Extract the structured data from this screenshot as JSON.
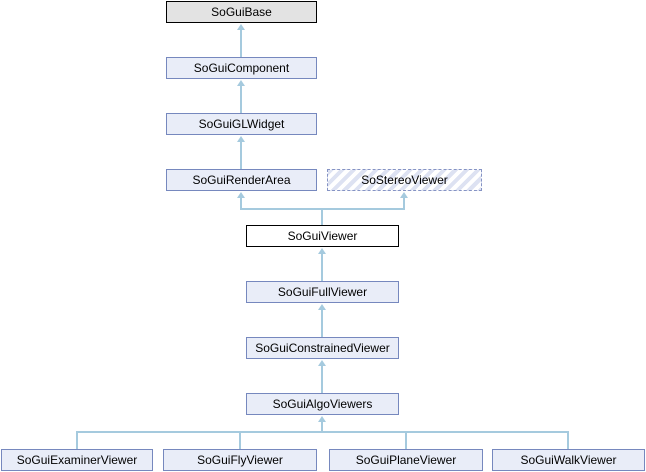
{
  "diagram": {
    "type": "class-inheritance-graph",
    "nodes": {
      "base": {
        "label": "SoGuiBase",
        "style": "current-gray"
      },
      "component": {
        "label": "SoGuiComponent",
        "style": "link-blue"
      },
      "glwidget": {
        "label": "SoGuiGLWidget",
        "style": "link-blue"
      },
      "renderarea": {
        "label": "SoGuiRenderArea",
        "style": "link-blue"
      },
      "stereo": {
        "label": "SoStereoViewer",
        "style": "dashed-hatched"
      },
      "viewer": {
        "label": "SoGuiViewer",
        "style": "plain-black"
      },
      "fullviewer": {
        "label": "SoGuiFullViewer",
        "style": "link-blue"
      },
      "constrained": {
        "label": "SoGuiConstrainedViewer",
        "style": "link-blue"
      },
      "algo": {
        "label": "SoGuiAlgoViewers",
        "style": "link-blue"
      },
      "examiner": {
        "label": "SoGuiExaminerViewer",
        "style": "link-blue"
      },
      "fly": {
        "label": "SoGuiFlyViewer",
        "style": "link-blue"
      },
      "plane": {
        "label": "SoGuiPlaneViewer",
        "style": "link-blue"
      },
      "walk": {
        "label": "SoGuiWalkViewer",
        "style": "link-blue"
      }
    },
    "edges": [
      {
        "from": "component",
        "to": "base"
      },
      {
        "from": "glwidget",
        "to": "component"
      },
      {
        "from": "renderarea",
        "to": "glwidget"
      },
      {
        "from": "viewer",
        "to": "renderarea"
      },
      {
        "from": "viewer",
        "to": "stereo"
      },
      {
        "from": "fullviewer",
        "to": "viewer"
      },
      {
        "from": "constrained",
        "to": "fullviewer"
      },
      {
        "from": "algo",
        "to": "constrained"
      },
      {
        "from": "examiner",
        "to": "algo"
      },
      {
        "from": "fly",
        "to": "algo"
      },
      {
        "from": "plane",
        "to": "algo"
      },
      {
        "from": "walk",
        "to": "algo"
      }
    ],
    "colors": {
      "node_fill_blue": "#e9edf8",
      "node_border_blue": "#7688be",
      "node_fill_gray": "#e3e3e3",
      "node_border_black": "#000000",
      "node_fill_current": "#ffffff",
      "hatch_stripe": "#dde2f2",
      "dashed_border": "#8593c4",
      "edge": "#a5cade",
      "background": "#ffffff"
    }
  }
}
